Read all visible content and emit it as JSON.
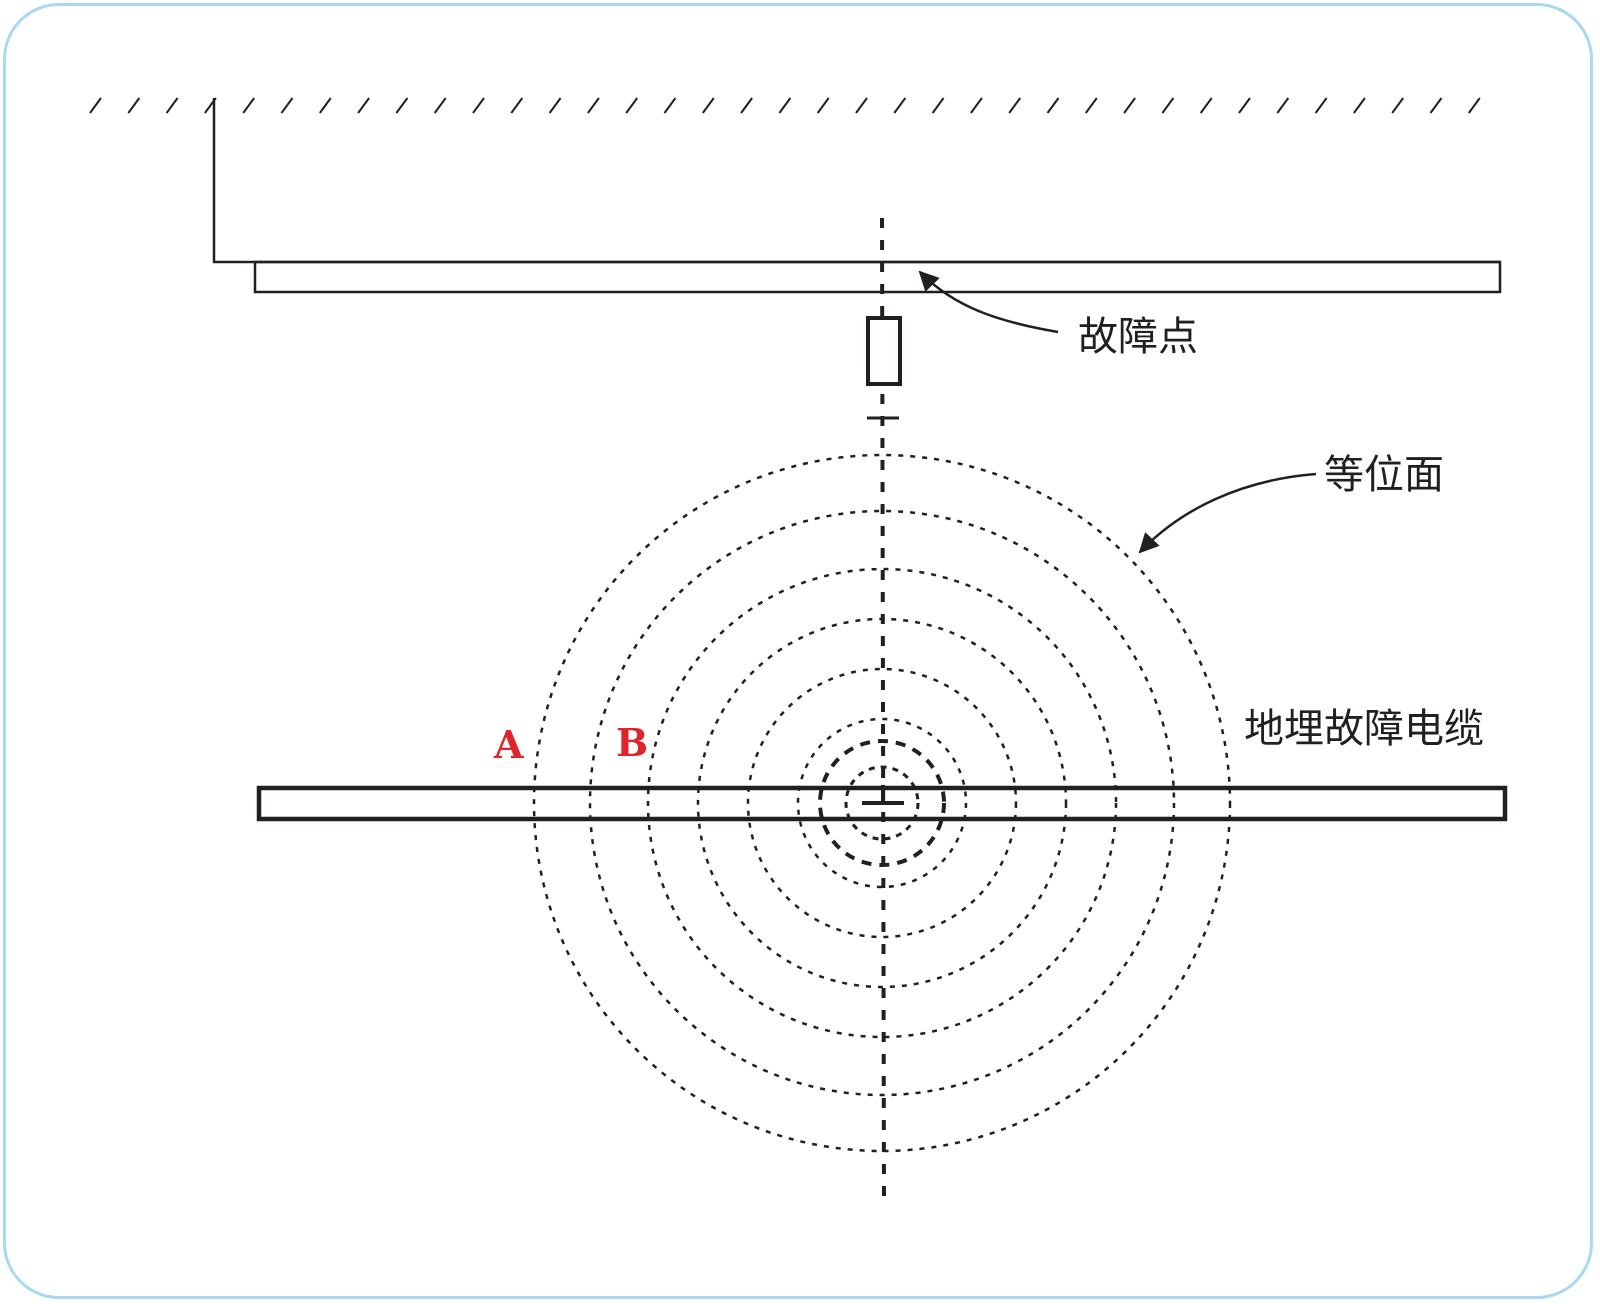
{
  "labels": {
    "fault_point": "故障点",
    "equipotential": "等位面",
    "buried_cable": "地埋故障电缆",
    "point_a": "A",
    "point_b": "B"
  },
  "colors": {
    "frame_border": "#a9d8ef",
    "line": "#231f20",
    "point_label": "#e0242c"
  },
  "equipotential_rings": 8
}
